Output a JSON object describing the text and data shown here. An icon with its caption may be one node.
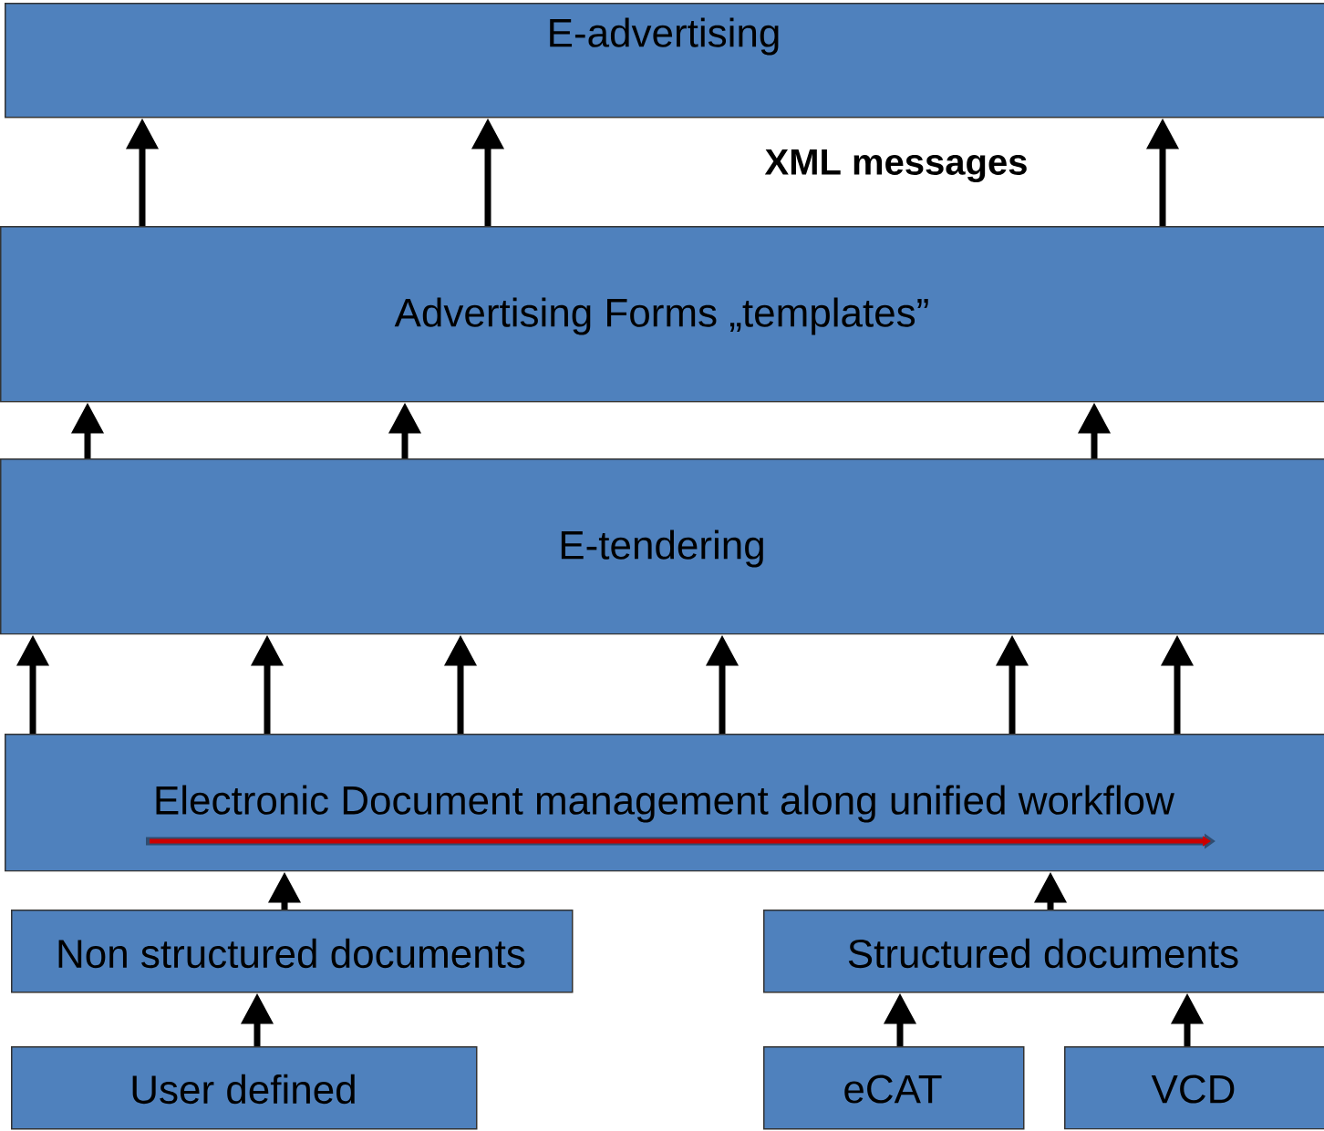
{
  "diagram": {
    "nodes": [
      {
        "text": [
          "E-advertising"
        ]
      },
      {
        "text": [
          "Advertising Forms „templates”"
        ]
      },
      {
        "text": [
          "E-tendering"
        ]
      },
      {
        "text": [
          "Electronic Document management along unified workflow"
        ]
      },
      {
        "text": [
          "Non structured documents"
        ]
      },
      {
        "text": [
          "Structured documents"
        ]
      },
      {
        "text": [
          "User defined"
        ]
      },
      {
        "text": [
          "eCAT"
        ]
      },
      {
        "text": [
          "VCD"
        ]
      }
    ],
    "edges": [
      {
        "from": 1,
        "to": 0,
        "arrow": "to"
      },
      {
        "from": 1,
        "to": 0,
        "arrow": "to"
      },
      {
        "from": 1,
        "to": 0,
        "arrow": "to"
      },
      {
        "from": 2,
        "to": 1,
        "arrow": "to"
      },
      {
        "from": 2,
        "to": 1,
        "arrow": "to"
      },
      {
        "from": 2,
        "to": 1,
        "arrow": "to"
      },
      {
        "from": 3,
        "to": 2,
        "arrow": "to"
      },
      {
        "from": 3,
        "to": 2,
        "arrow": "to"
      },
      {
        "from": 3,
        "to": 2,
        "arrow": "to"
      },
      {
        "from": 3,
        "to": 2,
        "arrow": "to"
      },
      {
        "from": 3,
        "to": 2,
        "arrow": "to"
      },
      {
        "from": 3,
        "to": 2,
        "arrow": "to"
      },
      {
        "from": 4,
        "to": 3,
        "arrow": "to"
      },
      {
        "from": 5,
        "to": 3,
        "arrow": "to"
      },
      {
        "from": 6,
        "to": 4,
        "arrow": "to"
      },
      {
        "from": 7,
        "to": 5,
        "arrow": "to"
      },
      {
        "from": 8,
        "to": 5,
        "arrow": "to"
      }
    ],
    "labels": [
      "XML messages"
    ]
  }
}
